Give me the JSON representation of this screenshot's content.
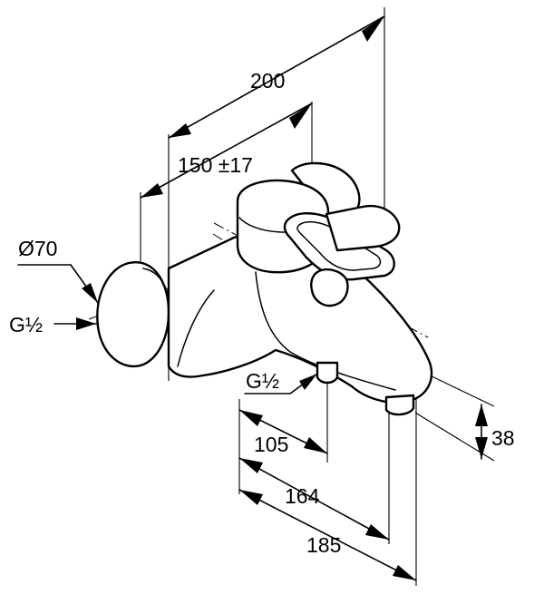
{
  "dimensions": {
    "overall_width": "200",
    "centre_distance": "150 ±17",
    "rosette_diameter": "Ø70",
    "inlet_thread": "G½",
    "outlet_thread": "G½",
    "to_outlet_thread": "105",
    "to_spout_outlet": "164",
    "projection": "185",
    "outlet_height": "38"
  }
}
